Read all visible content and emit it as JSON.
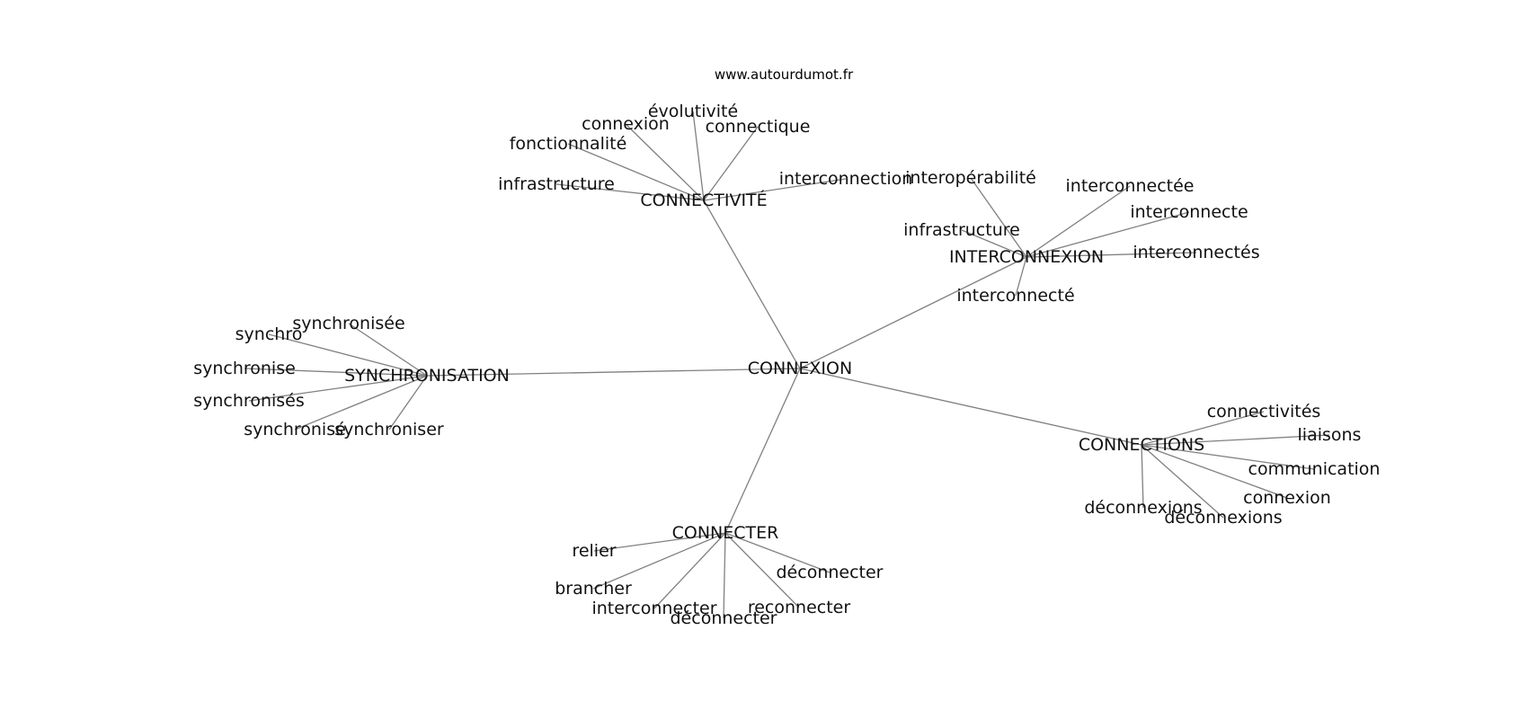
{
  "site": "www.autourdumot.fr",
  "center": "CONNEXION",
  "hubs": [
    {
      "label": "CONNECTIVITÉ",
      "leaves": [
        "évolutivité",
        "connexion",
        "connectique",
        "fonctionnalité",
        "infrastructure",
        "interconnection"
      ]
    },
    {
      "label": "INTERCONNEXION",
      "leaves": [
        "interopérabilité",
        "interconnectée",
        "interconnecte",
        "infrastructure",
        "interconnectés",
        "interconnecté"
      ]
    },
    {
      "label": "SYNCHRONISATION",
      "leaves": [
        "synchronisée",
        "synchro",
        "synchronise",
        "synchronisés",
        "synchronisé",
        "synchroniser"
      ]
    },
    {
      "label": "CONNECTIONS",
      "leaves": [
        "connectivités",
        "liaisons",
        "communication",
        "connexion",
        "déconnexions",
        "déconnexions"
      ]
    },
    {
      "label": "CONNECTER",
      "leaves": [
        "relier",
        "déconnecter",
        "brancher",
        "interconnecter",
        "déconnecter",
        "reconnecter"
      ]
    }
  ]
}
